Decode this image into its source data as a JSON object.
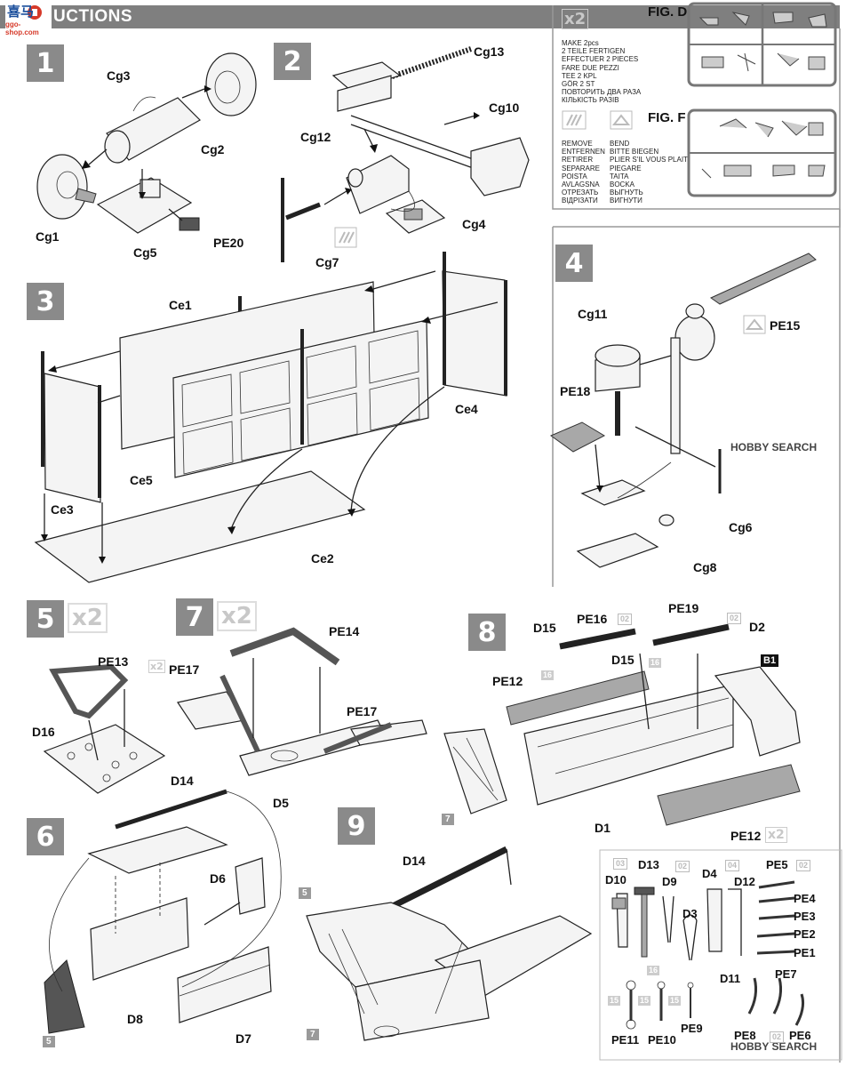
{
  "header": {
    "title": "UCTIONS",
    "logo_text": "喜马",
    "logo_url_text": "ggo-shop.com"
  },
  "watermark": "HOBBY SEARCH",
  "steps": {
    "s1": {
      "num": "1",
      "labels": {
        "cg3": "Cg3",
        "cg2": "Cg2",
        "cg1": "Cg1",
        "cg5": "Cg5",
        "pe20": "PE20"
      }
    },
    "s2": {
      "num": "2",
      "labels": {
        "cg13": "Cg13",
        "cg10": "Cg10",
        "cg12": "Cg12",
        "cg4": "Cg4",
        "cg7": "Cg7"
      }
    },
    "s3": {
      "num": "3",
      "labels": {
        "ce1": "Ce1",
        "ce4": "Ce4",
        "ce5": "Ce5",
        "ce3": "Ce3",
        "ce2": "Ce2"
      }
    },
    "s4": {
      "num": "4",
      "labels": {
        "cg11": "Cg11",
        "pe15": "PE15",
        "pe18": "PE18",
        "cg6": "Cg6",
        "cg8": "Cg8"
      }
    },
    "s5": {
      "num": "5",
      "mult": "x2",
      "labels": {
        "pe13": "PE13",
        "d16": "D16"
      }
    },
    "s6": {
      "num": "6",
      "labels": {
        "d14": "D14",
        "d6": "D6",
        "d8": "D8",
        "d7": "D7",
        "ref5a": "5",
        "ref5b": "5"
      }
    },
    "s7": {
      "num": "7",
      "mult": "x2",
      "labels": {
        "pe14": "PE14",
        "pe17a": "PE17",
        "pe17b": "PE17",
        "x2": "x2",
        "d5": "D5"
      }
    },
    "s8": {
      "num": "8",
      "labels": {
        "d15a": "D15",
        "pe16": "PE16",
        "q02a": "02",
        "pe19": "PE19",
        "q02b": "02",
        "d2": "D2",
        "d15b": "D15",
        "q16a": "16",
        "q16b": "16",
        "pe12a": "PE12",
        "b1": "B1",
        "ref7": "7",
        "d1": "D1",
        "pe12b": "PE12",
        "x2": "x2"
      }
    },
    "s9": {
      "num": "9",
      "labels": {
        "d14": "D14",
        "ref7": "7"
      }
    }
  },
  "tools": {
    "d10": "D10",
    "q03": "03",
    "d13": "D13",
    "d9": "D9",
    "q02a": "02",
    "d3": "D3",
    "d4": "D4",
    "q04": "04",
    "d12": "D12",
    "pe5": "PE5",
    "q02b": "02",
    "pe4": "PE4",
    "pe3": "PE3",
    "pe2": "PE2",
    "pe1": "PE1",
    "q16": "16",
    "d11": "D11",
    "pe7": "PE7",
    "q15a": "15",
    "q15b": "15",
    "q15c": "15",
    "pe11": "PE11",
    "pe10": "PE10",
    "pe9": "PE9",
    "pe8": "PE8",
    "q02c": "02",
    "pe6": "PE6"
  },
  "fig_d": {
    "title": "FIG. D",
    "mult": "x2",
    "instructions": [
      "MAKE 2pcs",
      "2 TEILE FERTIGEN",
      "EFFECTUER 2 PIECES",
      "FARE DUE PEZZI",
      "TEE 2 KPL",
      "GÖR 2 ST",
      "ПОВТОРИТЬ ДВА РАЗА",
      "КІЛЬКІСТЬ РАЗІВ"
    ]
  },
  "fig_f": {
    "title": "FIG. F",
    "col1": [
      "REMOVE",
      "ENTFERNEN",
      "RETIRER",
      "SEPARARE",
      "POISTA",
      "AVLAGSNA",
      "ОТРЕЗАТЬ",
      "ВІДРІЗАТИ"
    ],
    "col2": [
      "BEND",
      "BITTE BIEGEN",
      "PLIER S'IL VOUS PLAIT",
      "PIEGARE",
      "TAITA",
      "BOCKA",
      "ВЫГНУТЬ",
      "ВИГНУТИ"
    ]
  }
}
